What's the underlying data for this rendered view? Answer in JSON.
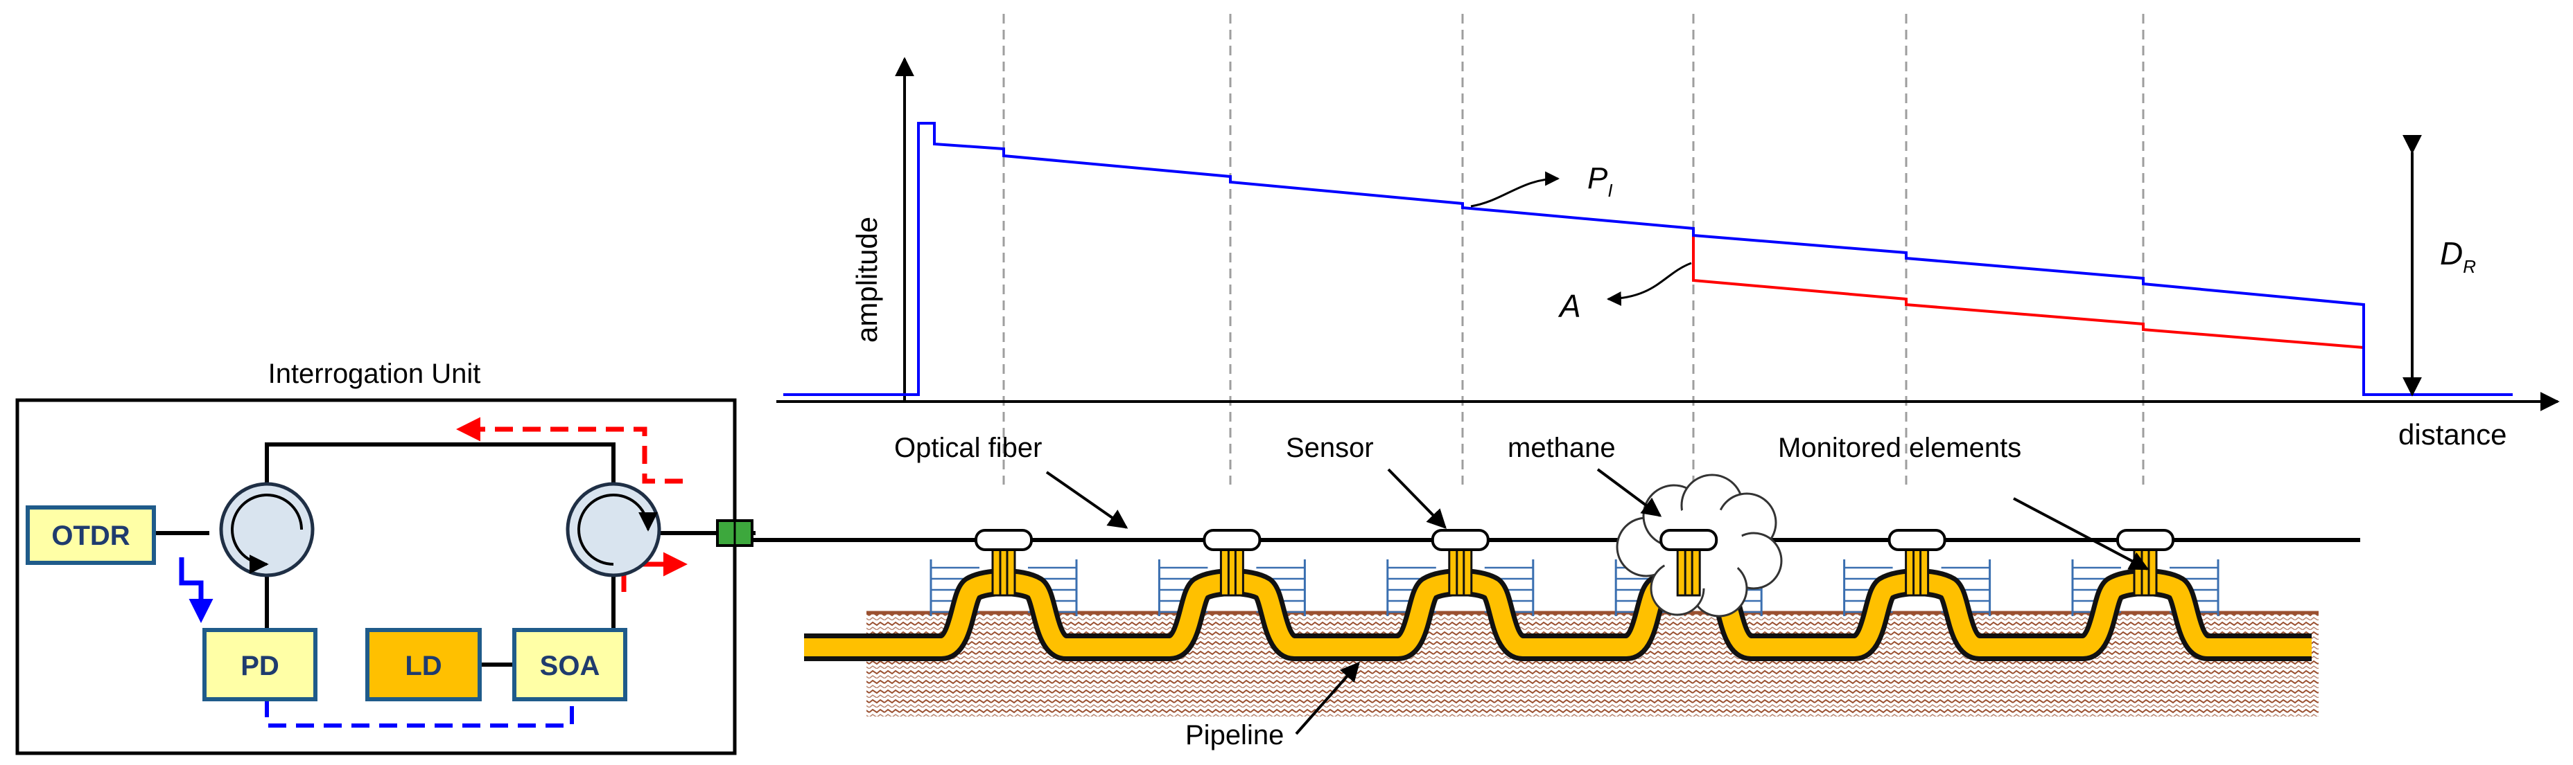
{
  "unit": {
    "title": "Interrogation Unit",
    "otdr": "OTDR",
    "pd": "PD",
    "ld": "LD",
    "soa": "SOA"
  },
  "trace": {
    "y_label": "amplitude",
    "x_label": "distance",
    "pi_label": "P",
    "pi_sub": "I",
    "a_label": "A",
    "dr_label": "D",
    "dr_sub": "R"
  },
  "labels": {
    "optical_fiber": "Optical fiber",
    "sensor": "Sensor",
    "methane": "methane",
    "monitored": "Monitored elements",
    "pipeline": "Pipeline"
  },
  "colors": {
    "box_fill": "#ffffa6",
    "ld_fill": "#ffc000",
    "box_stroke": "#1f5b8a",
    "circulator_fill": "#d9e4ef",
    "connector": "#3da83d",
    "trace_reference": "#0000ff",
    "trace_event": "#ff0000",
    "pipe": "#ffc000",
    "soil": "#9a5030",
    "mount": "#3a6fb0"
  },
  "sensor_count": 6,
  "event_sensor_index": 3
}
